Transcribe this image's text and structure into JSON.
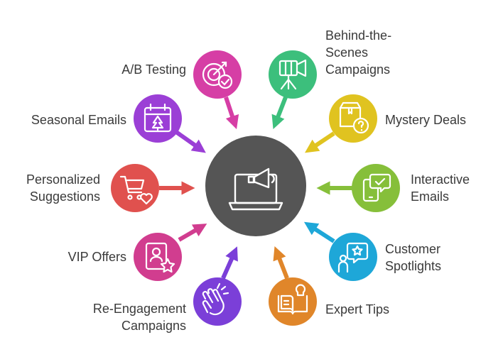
{
  "colors": {
    "hub": "#555555",
    "ab": "#d63ea5",
    "seasonal": "#9b3fd6",
    "personalized": "#e0514e",
    "vip": "#d13d8f",
    "reengage": "#7b3fd8",
    "expert": "#e0862a",
    "spotlights": "#1ea7d8",
    "interactive": "#86bf3a",
    "mystery": "#e0c320",
    "behind": "#3cbf7c"
  },
  "hub": {
    "icon": "laptop-megaphone-icon"
  },
  "items": [
    {
      "id": "ab-testing",
      "label": "A/B Testing",
      "icon": "target-check-icon"
    },
    {
      "id": "seasonal-emails",
      "label": "Seasonal Emails",
      "icon": "calendar-tree-icon"
    },
    {
      "id": "personalized-suggestions",
      "label": "Personalized\nSuggestions",
      "icon": "cart-heart-icon"
    },
    {
      "id": "vip-offers",
      "label": "VIP Offers",
      "icon": "badge-star-icon"
    },
    {
      "id": "re-engagement-campaigns",
      "label": "Re-Engagement\nCampaigns",
      "icon": "clapping-hands-icon"
    },
    {
      "id": "expert-tips",
      "label": "Expert Tips",
      "icon": "book-bulb-icon"
    },
    {
      "id": "customer-spotlights",
      "label": "Customer\nSpotlights",
      "icon": "person-star-icon"
    },
    {
      "id": "interactive-emails",
      "label": "Interactive\nEmails",
      "icon": "tablet-chat-icon"
    },
    {
      "id": "mystery-deals",
      "label": "Mystery Deals",
      "icon": "box-question-icon"
    },
    {
      "id": "behind-the-scenes-campaigns",
      "label": "Behind-the-\nScenes\nCampaigns",
      "icon": "camera-tripod-icon"
    }
  ]
}
